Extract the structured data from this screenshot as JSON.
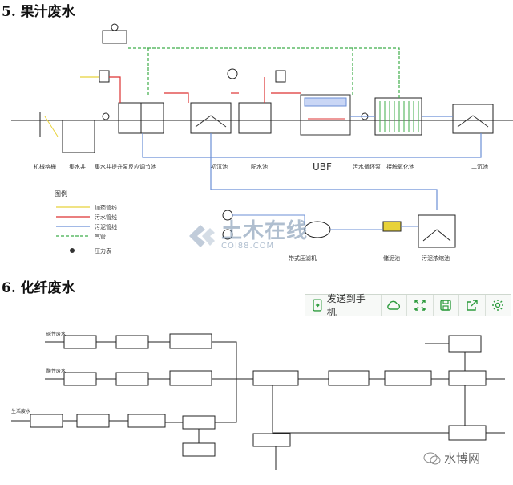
{
  "section5": {
    "title": "5. 果汁废水",
    "labels": [
      "机械格栅",
      "集水井",
      "集水井提升泵",
      "反应调节池",
      "初沉池",
      "配水池",
      "UBF",
      "污水循环泵",
      "接触氧化池",
      "二沉池",
      "带式压滤机",
      "储泥池",
      "污泥浓缩池"
    ],
    "legend_title": "图例",
    "legend_items": [
      "加药管线",
      "污水管线",
      "污泥管线",
      "气管",
      "压力表"
    ]
  },
  "section6": {
    "title": "6. 化纤废水",
    "labels": [
      "碱性废水",
      "酸性废水",
      "生活废水"
    ]
  },
  "watermark": {
    "main": "土木在线",
    "sub": "COI88.COM"
  },
  "watermark2": "水博网",
  "toolbar": {
    "send_label": "发送到手机",
    "icons": [
      "cloud-icon",
      "expand-icon",
      "save-icon",
      "share-icon",
      "settings-icon"
    ]
  },
  "colors": {
    "pipe_blue": "#6b8fd6",
    "pipe_green": "#3fae4a",
    "pipe_red": "#d33",
    "pipe_yellow": "#e8d23a",
    "line": "#222"
  }
}
